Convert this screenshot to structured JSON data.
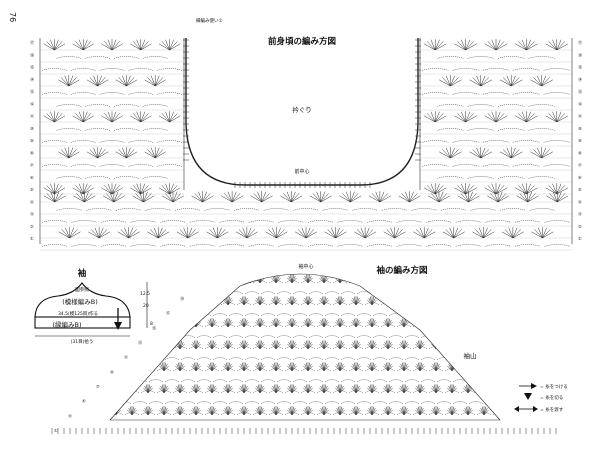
{
  "page_number": "76",
  "front": {
    "title": "前身頃の編み方図",
    "neckline_label": "衿ぐり",
    "center_label": "前中心",
    "edge_note": "縁編み使い①"
  },
  "sleeve": {
    "title": "袖の編み方図",
    "center_label": "袖中心",
    "cap_label": "袖山",
    "schematic": {
      "title": "袖",
      "subtitle": "図参照",
      "pattern_label": "(模様編みB)",
      "edge_label": "(縁編みB)",
      "width_text": "34.5(模125目)作る",
      "bottom_text": "(31目)拾う",
      "dim_top": "12.5",
      "dim_mid": "20",
      "dim_bottom": "8"
    }
  },
  "legend": [
    {
      "icon": "arrow-right-icon",
      "text": "= 糸をつける"
    },
    {
      "icon": "triangle-icon",
      "text": "= 糸を切る"
    },
    {
      "icon": "arrow-double-icon",
      "text": "= 糸を渡す"
    }
  ],
  "front_rows_left": [
    "⑰",
    "⑯",
    "⑮",
    "⑭",
    "⑬",
    "⑫",
    "⑪",
    "⑩",
    "⑨",
    "⑧",
    "⑦",
    "⑥",
    "⑤",
    "④",
    "③",
    "②",
    "①"
  ],
  "sleeve_rows_left": [
    "⑲",
    "⑰",
    "⑮",
    "⑬",
    "⑪",
    "⑨",
    "⑦",
    "⑤",
    "③",
    "①"
  ],
  "colors": {
    "ink": "#111111",
    "paper": "#ffffff"
  }
}
